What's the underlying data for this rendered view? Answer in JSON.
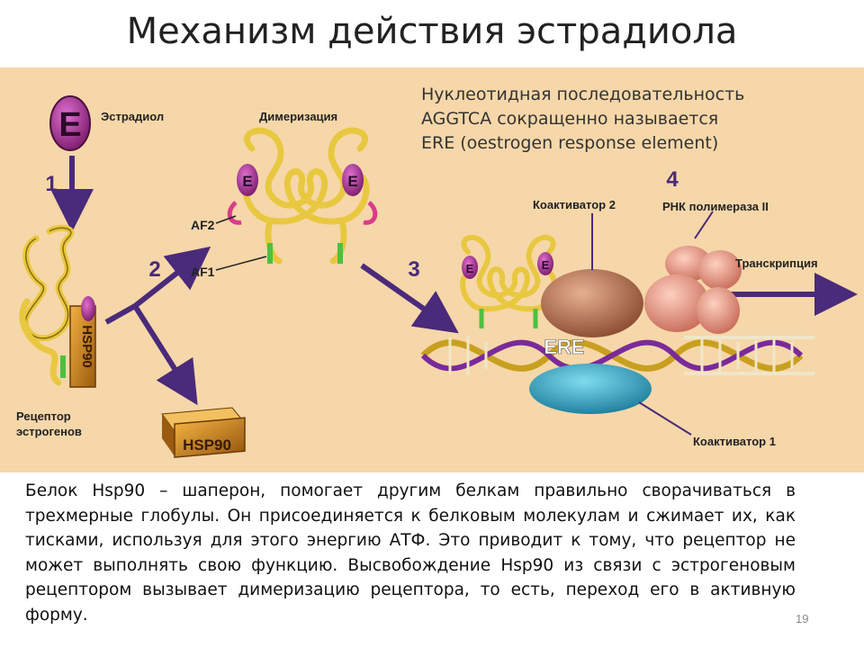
{
  "title": "Механизм действия эстрадиола",
  "note": {
    "line1": "Нуклеотидная последовательность",
    "line2": "AGGTCA сокращенно называется",
    "line3": "ERE (oestrogen response element)"
  },
  "diagram": {
    "estradiol_label": "Эстрадиол",
    "dimerization_label": "Димеризация",
    "receptor_label_1": "Рецептор",
    "receptor_label_2": "эстрогенов",
    "coactivator2_label": "Коактиватор 2",
    "rna_polymerase_label": "РНК полимераза II",
    "transcription_label": "Транскрипция",
    "coactivator1_label": "Коактиватор 1",
    "ere_label": "ERE",
    "af2_label": "AF2",
    "af1_label": "AF1",
    "hsp90_label": "HSP90",
    "e_letter": "E",
    "step1": "1",
    "step2": "2",
    "step3": "3",
    "step4": "4"
  },
  "body_text": "Белок Hsp90 – шаперон, помогает другим белкам правильно сворачиваться в трехмерные глобулы. Он присоединяется к белковым молекулам и сжимает их, как тисками, используя для этого энергию АТФ. Это приводит к тому, что рецептор не может выполнять свою функцию. Высвобождение Hsp90 из связи с эстрогеновым рецептором вызывает димеризацию рецептора, то есть, переход его в активную форму.",
  "page_number": "19",
  "colors": {
    "panel_bg": "#f6d7a9",
    "arrow": "#4a2a7a",
    "protein": "#e8c840",
    "estradiol": "#b0309a",
    "hsp90": "#c98a20",
    "coactivator1": "#3aa6c0",
    "coactivator2": "#c07a5a",
    "rna_polymerase": "#e8a090"
  }
}
